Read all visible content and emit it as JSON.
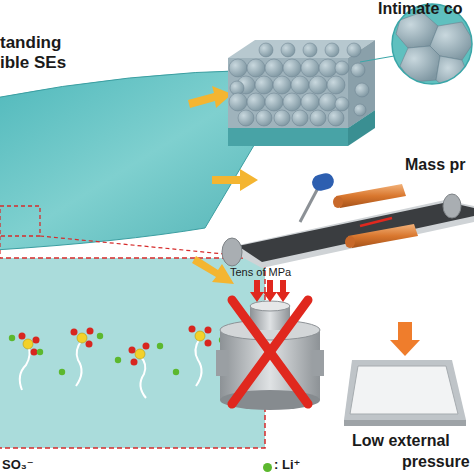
{
  "diagram": {
    "labels": [
      "tanding",
      "ible SEs",
      "Intimate co",
      "Mass pr",
      "Tens of MPa",
      "Low external",
      "pressure"
    ],
    "legend": [
      {
        "text": "SO₃⁻"
      },
      {
        "text": ": Li⁺",
        "color": "#5cb82e"
      }
    ]
  }
}
